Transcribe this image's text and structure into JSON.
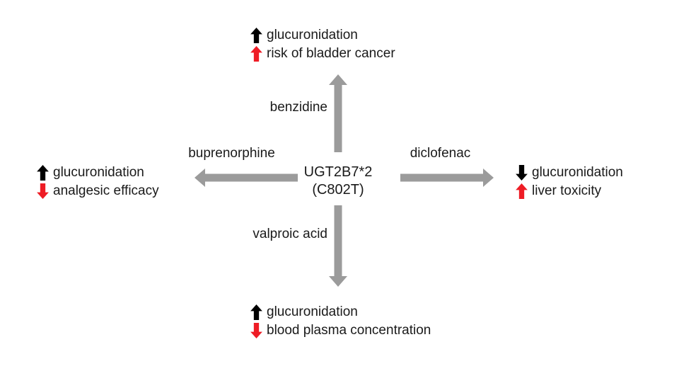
{
  "center": {
    "line1": "UGT2B7*2",
    "line2": "(C802T)"
  },
  "branches": {
    "top": {
      "drug": "benzidine",
      "effects": [
        {
          "icon": "up black",
          "text": "glucuronidation"
        },
        {
          "icon": "up red",
          "text": "risk of bladder cancer"
        }
      ]
    },
    "left": {
      "drug": "buprenorphine",
      "effects": [
        {
          "icon": "up black",
          "text": "glucuronidation"
        },
        {
          "icon": "down red",
          "text": "analgesic efficacy"
        }
      ]
    },
    "right": {
      "drug": "diclofenac",
      "effects": [
        {
          "icon": "down black",
          "text": "glucuronidation"
        },
        {
          "icon": "up red",
          "text": "liver toxicity"
        }
      ]
    },
    "bottom": {
      "drug": "valproic acid",
      "effects": [
        {
          "icon": "up black",
          "text": "glucuronidation"
        },
        {
          "icon": "down red",
          "text": "blood plasma concentration"
        }
      ]
    }
  },
  "colors": {
    "arrow_gray": "#9b9b9b",
    "effect_black": "#000000",
    "effect_red": "#ee1c25",
    "text": "#1a1a1a",
    "bg": "#ffffff"
  }
}
